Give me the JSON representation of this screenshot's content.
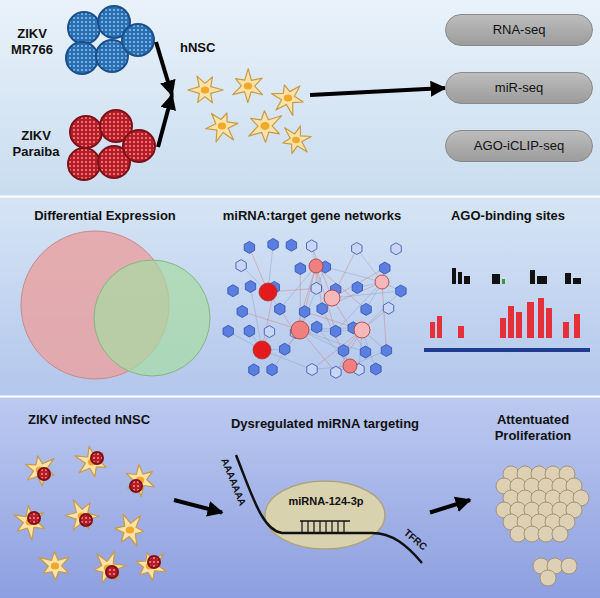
{
  "diagram": {
    "nodes": [
      {
        "text": [
          "ZIKV MR766"
        ]
      },
      {
        "text": [
          "ZIKV Paraiba"
        ]
      },
      {
        "text": [
          "hNSC"
        ]
      },
      {
        "text": [
          "RNA-seq"
        ]
      },
      {
        "text": [
          "miR-seq"
        ]
      },
      {
        "text": [
          "AGO-iCLIP-seq"
        ]
      },
      {
        "text": [
          "ZIKV infected hNSC"
        ]
      },
      {
        "text": [
          "miRNA-124-3p"
        ]
      },
      {
        "text": [
          "Attentuated Proliferation"
        ]
      }
    ],
    "edges": [
      {
        "from": 0,
        "to": 2,
        "arrow": "to"
      },
      {
        "from": 1,
        "to": 2,
        "arrow": "to"
      },
      {
        "from": 2,
        "to": 4,
        "arrow": "to"
      },
      {
        "from": 6,
        "to": 7,
        "arrow": "to"
      },
      {
        "from": 7,
        "to": 8,
        "arrow": "to"
      }
    ],
    "labels": [
      "Differential Expression",
      "miRNA:target gene networks",
      "AGO-binding sites",
      "Dysregulated miRNA targeting",
      "AAAAAAA",
      "TFRC"
    ]
  }
}
